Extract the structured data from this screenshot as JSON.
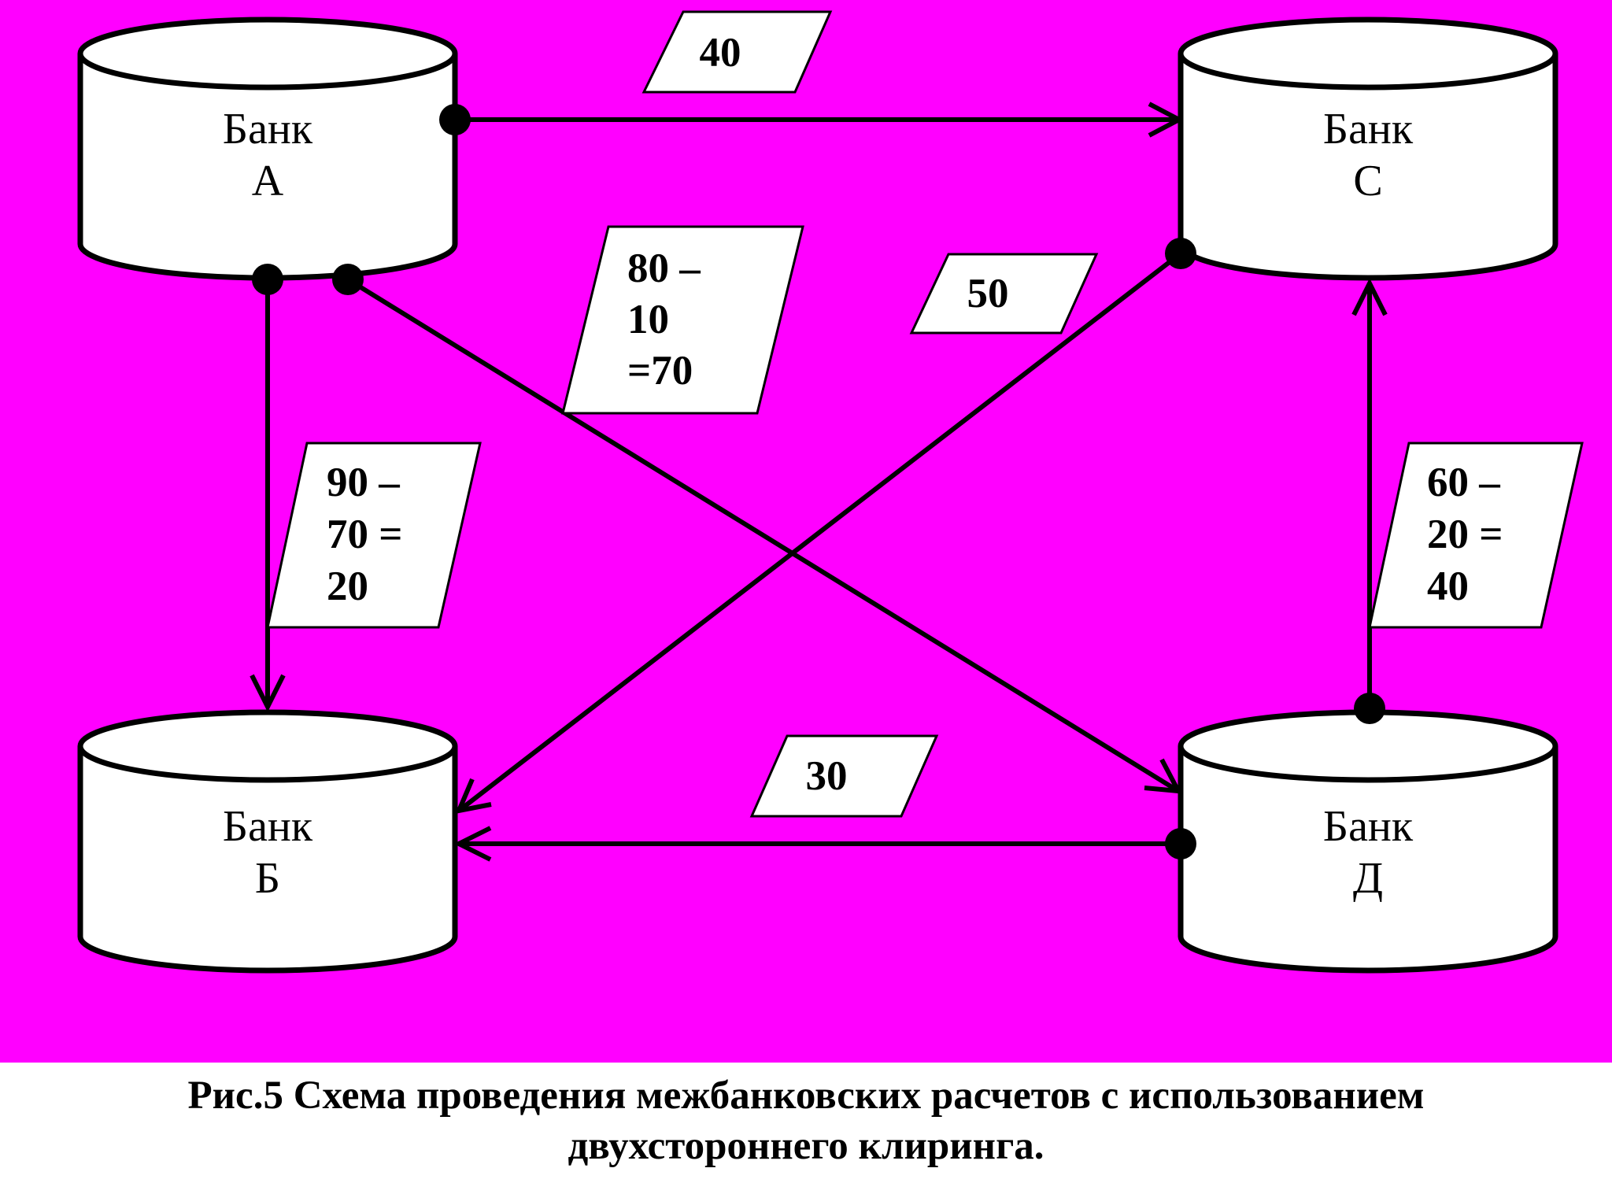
{
  "colors": {
    "background": "#ff00ff",
    "caption_background": "#ffffff",
    "ink": "#000000",
    "box_fill": "#ffffff"
  },
  "banks": {
    "a": {
      "line1": "Банк",
      "line2": "А"
    },
    "c": {
      "line1": "Банк",
      "line2": "С"
    },
    "b": {
      "line1": "Банк",
      "line2": "Б"
    },
    "d": {
      "line1": "Банк",
      "line2": "Д"
    }
  },
  "flows": {
    "a_to_c": [
      "40"
    ],
    "a_to_d": [
      "80 –",
      "10",
      "=70"
    ],
    "c_to_b": [
      "50"
    ],
    "a_to_b": [
      "90 –",
      "70 =",
      "20"
    ],
    "d_to_c": [
      "60 –",
      "20 =",
      "40"
    ],
    "d_to_b": [
      "30"
    ]
  },
  "caption": {
    "line1": "Рис.5 Схема проведения межбанковских расчетов с использованием",
    "line2": "двухстороннего клиринга."
  }
}
